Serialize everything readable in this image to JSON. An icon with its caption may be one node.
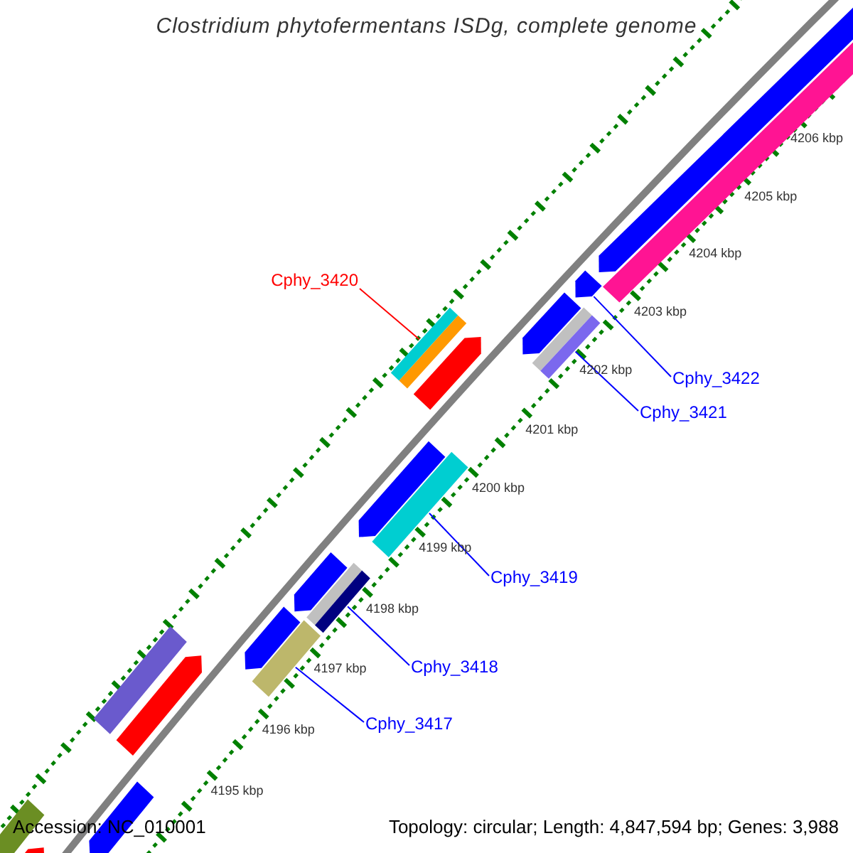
{
  "diagram": {
    "title": "Clostridium phytofermentans ISDg, complete genome",
    "nodes": [
      {
        "text": [
          "Cphy_3420"
        ]
      },
      {
        "text": [],
        "shape": "bar"
      },
      {
        "text": [
          "Cphy_3422"
        ]
      },
      {
        "text": [],
        "shape": "bar"
      },
      {
        "text": [
          "Cphy_3421"
        ]
      },
      {
        "text": [],
        "shape": "bar"
      },
      {
        "text": [
          "Cphy_3419"
        ]
      },
      {
        "text": [],
        "shape": "bar"
      },
      {
        "text": [
          "Cphy_3418"
        ]
      },
      {
        "text": [],
        "shape": "bar"
      },
      {
        "text": [
          "Cphy_3417"
        ]
      },
      {
        "text": [],
        "shape": "bar"
      },
      {
        "text": [],
        "shape": "bar"
      },
      {
        "text": [],
        "shape": "bar"
      },
      {
        "text": [],
        "shape": "bar"
      },
      {
        "text": [],
        "shape": "bar"
      },
      {
        "text": [],
        "shape": "bar"
      },
      {
        "text": [],
        "shape": "bar"
      },
      {
        "text": [],
        "shape": "bar"
      },
      {
        "text": [],
        "shape": "bar"
      },
      {
        "text": [],
        "shape": "bar"
      },
      {
        "text": [],
        "shape": "bar"
      },
      {
        "text": [],
        "shape": "bar"
      },
      {
        "text": [],
        "shape": "bar"
      }
    ],
    "edges": [
      {
        "from": 0,
        "to": 1,
        "arrow": "none",
        "color": "#ff0000"
      },
      {
        "from": 2,
        "to": 3,
        "arrow": "none"
      },
      {
        "from": 4,
        "to": 5,
        "arrow": "none"
      },
      {
        "from": 6,
        "to": 7,
        "arrow": "none"
      },
      {
        "from": 8,
        "to": 9,
        "arrow": "none"
      },
      {
        "from": 10,
        "to": 11,
        "arrow": "none"
      }
    ],
    "labels": [
      "4195 kbp",
      "4196 kbp",
      "4197 kbp",
      "4198 kbp",
      "4199 kbp",
      "4200 kbp",
      "4201 kbp",
      "4202 kbp",
      "4203 kbp",
      "4204 kbp",
      "4205 kbp",
      "4206 kbp",
      "Accession: NC_010001",
      "Topology: circular; Length: 4,847,594 bp; Genes: 3,988"
    ]
  }
}
